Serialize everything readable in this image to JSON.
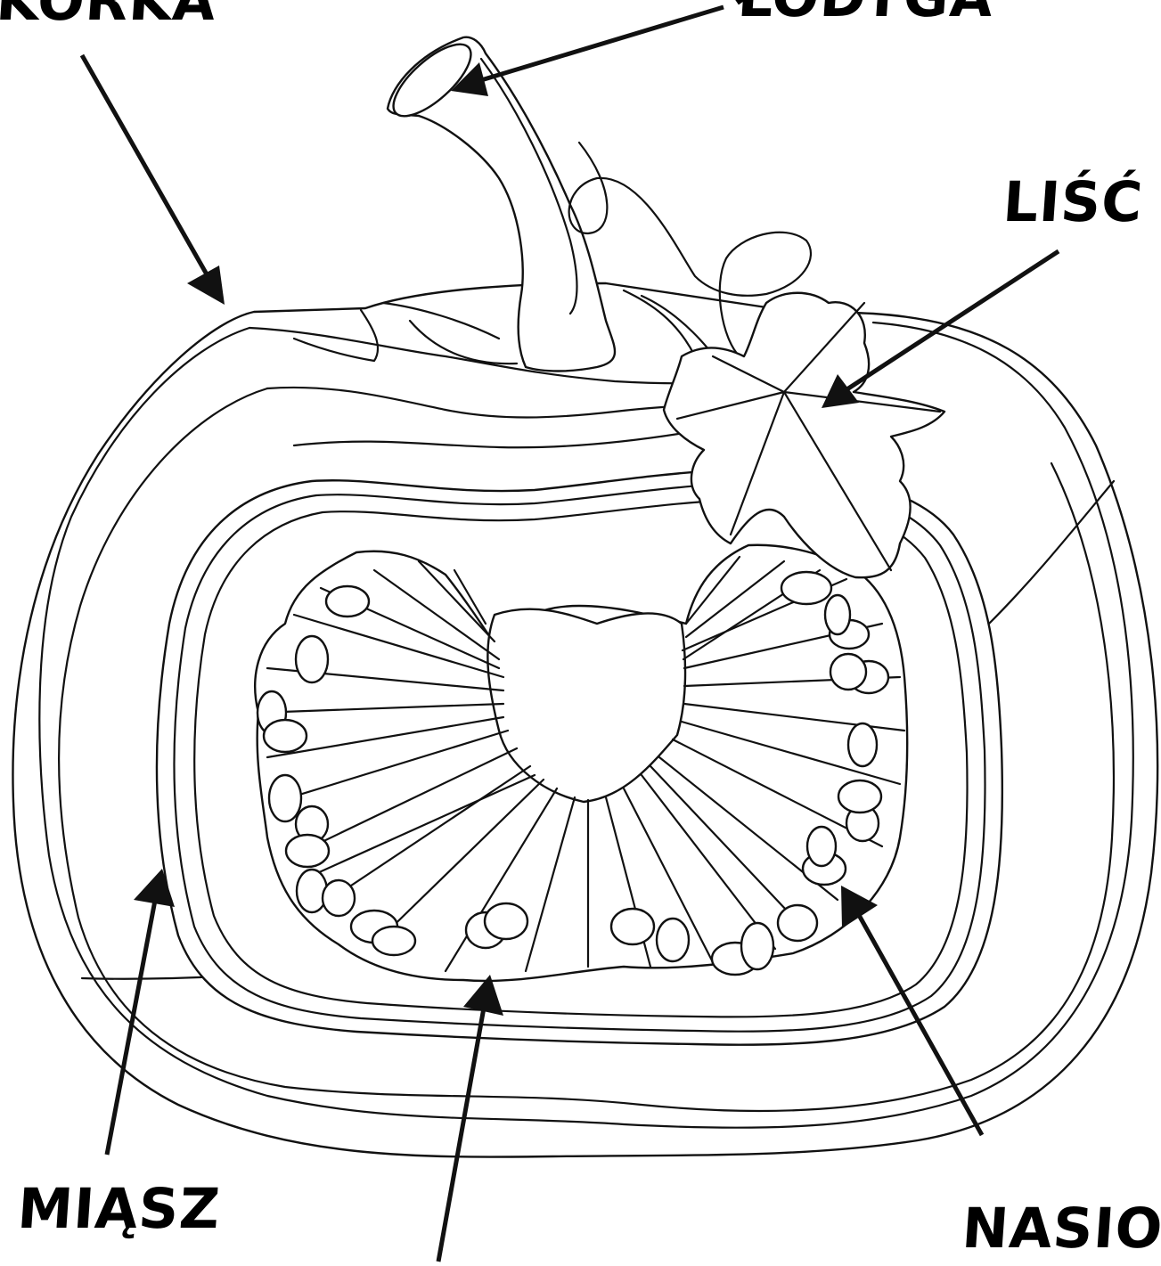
{
  "diagram": {
    "labels": {
      "korka": "KORKA",
      "lodyga": "ŁODYGA",
      "lisc": "LIŚĆ",
      "miasz": "MIĄSZ",
      "nasiona": "NASIONA"
    },
    "colors": {
      "ink": "#111111",
      "paper": "#ffffff"
    }
  }
}
